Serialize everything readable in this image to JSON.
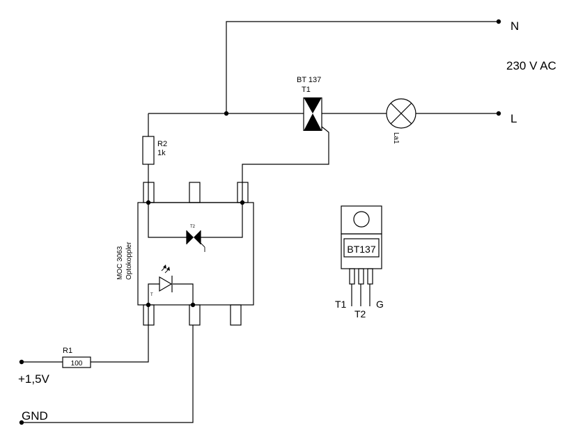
{
  "terminals": {
    "neutral": "N",
    "line": "L",
    "supply_voltage": "230 V AC",
    "positive_input": "+1,5V",
    "ground": "GND"
  },
  "triac": {
    "part": "BT 137",
    "ref": "T1"
  },
  "lamp": {
    "ref": "La1"
  },
  "r2": {
    "ref": "R2",
    "value": "1k"
  },
  "r1": {
    "ref": "R1",
    "value": "100"
  },
  "optocoupler": {
    "part": "MOC 3063",
    "type": "Optokoppler",
    "inner_triac": "T2",
    "inner_diode": "T"
  },
  "package": {
    "marking": "BT137",
    "pin_left": "T1",
    "pin_mid": "T2",
    "pin_right": "G"
  }
}
